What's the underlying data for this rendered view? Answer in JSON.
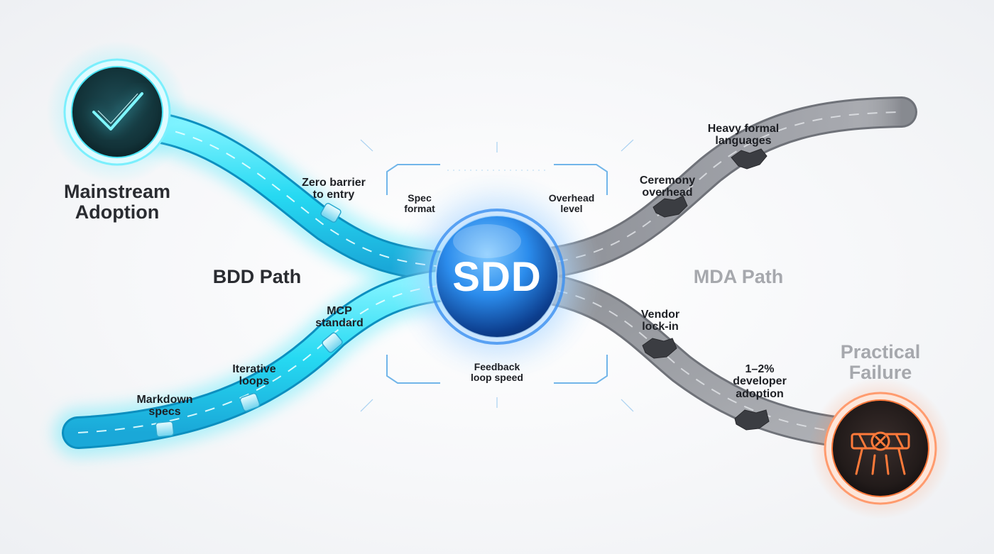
{
  "center": {
    "label": "SDD"
  },
  "left_outcome": {
    "line1": "Mainstream",
    "line2": "Adoption",
    "icon": "check-icon"
  },
  "right_outcome": {
    "line1": "Practical",
    "line2": "Failure",
    "icon": "roadblock-icon"
  },
  "left_path_title": "BDD Path",
  "right_path_title": "MDA Path",
  "hud_labels": {
    "spec_format": {
      "line1": "Spec",
      "line2": "format"
    },
    "overhead_level": {
      "line1": "Overhead",
      "line2": "level"
    },
    "feedback_loop_speed": {
      "line1": "Feedback",
      "line2": "loop speed"
    }
  },
  "bdd_milestones": [
    {
      "line1": "Zero barrier",
      "line2": "to entry"
    },
    {
      "line1": "MCP",
      "line2": "standard"
    },
    {
      "line1": "Iterative",
      "line2": "loops"
    },
    {
      "line1": "Markdown",
      "line2": "specs"
    }
  ],
  "mda_obstacles": [
    {
      "line1": "Heavy formal",
      "line2": "languages"
    },
    {
      "line1": "Ceremony",
      "line2": "overhead"
    },
    {
      "line1": "Vendor",
      "line2": "lock-in"
    },
    {
      "line1": "1–2%",
      "line2": "developer",
      "line3": "adoption"
    }
  ],
  "colors": {
    "bdd_road": "#2fe0f5",
    "mda_road": "#9a9ca3",
    "center_orb": "#1e7fe0",
    "failure_accent": "#ff6a2b",
    "success_accent": "#2fe0f5"
  }
}
